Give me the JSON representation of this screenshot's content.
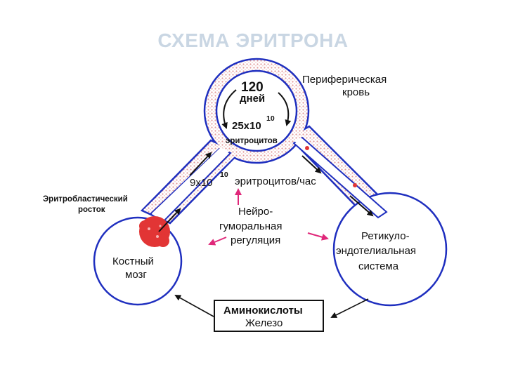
{
  "title": "СХЕМА ЭРИТРОНА",
  "top": {
    "days_value": "120",
    "days_unit": "дней",
    "count_base": "25х10",
    "count_exp": "10",
    "count_unit": "эритроцитов"
  },
  "peripheral_blood": {
    "line1": "Периферическая",
    "line2": "кровь"
  },
  "flow": {
    "base": "9х10",
    "exp": "10",
    "unit": "эритроцитов/час"
  },
  "erythroblastic": {
    "line1": "Эритробластический",
    "line2": "росток"
  },
  "regulation": {
    "line1": "Нейро-",
    "line2": "гуморальная",
    "line3": "регуляция"
  },
  "bone_marrow": {
    "line1": "Костный",
    "line2": "мозг"
  },
  "res": {
    "line1": "Ретикуло-",
    "line2": "эндотелиальная",
    "line3": "система"
  },
  "nutrients": {
    "line1": "Аминокислоты",
    "line2": "Железо"
  },
  "colors": {
    "outline": "#1f2fbf",
    "dots": "#e4a0a0",
    "red": "#e23535",
    "magenta": "#e0287a",
    "title": "#c9d6e3"
  }
}
